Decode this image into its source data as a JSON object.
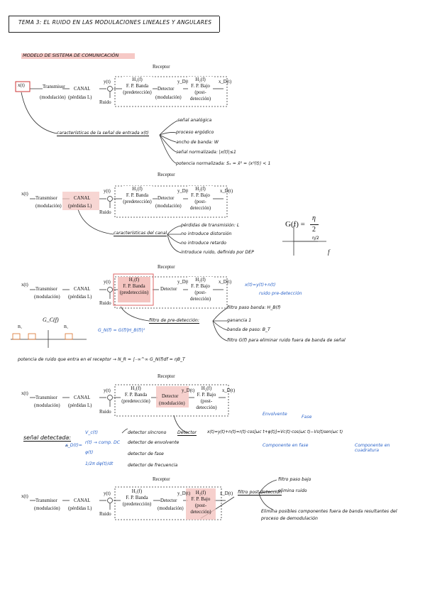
{
  "title": "TEMA 3: EL RUIDO EN LAS MODULACIONES LINEALES Y ANGULARES",
  "section_heading": "MODELO DE SISTEMA DE COMUNICACIÓN",
  "diagrams": [
    {
      "receptor": "Receptor",
      "input": "x(t)",
      "transmisor": "Transmisor",
      "transmisor_sub": "(modulación)",
      "canal": "CANAL",
      "canal_sub": "(pérdidas L)",
      "y": "y(t)",
      "ruido": "Ruido",
      "h1": "H₁(f)",
      "h1_a": "F. P. Banda",
      "h1_b": "(predetección)",
      "detector": "Detector",
      "detector_sub": "(modulación)",
      "yd": "y_D(t)",
      "h2": "H₂(f)",
      "h2_a": "F. P. Bajo",
      "h2_b": "(post-",
      "h2_c": "detección)",
      "out": "x_D(t)"
    }
  ],
  "notes1": {
    "main": "características de la señal de entrada x(t)",
    "items": [
      "señal analógica",
      "proceso ergódico",
      "ancho de banda: W",
      "señal normalizada: |x(t)|≤1",
      "potencia normalizada: Sₓ = x̄² = ⟨x²(t)⟩ < 1"
    ]
  },
  "notes2": {
    "main": "características del canal",
    "items": [
      "pérdidas de transmisión: L",
      "no introduce distorsión",
      "no introduce retardo",
      "introduce ruido, definido por DEP"
    ],
    "formula_lhs": "G(f) =",
    "formula_num": "η",
    "formula_den": "2",
    "axis_f": "f",
    "axis_eta": "η/2"
  },
  "notes3": {
    "main": "filtro de pre-detección:",
    "x_eq": "x(t)=y(t)+n(t)",
    "ruido_pre": "ruido pre-detección",
    "items": [
      "filtro paso banda: H_B(f)",
      "ganancia 1",
      "banda de paso: B_T",
      "filtro G(f) para eliminar ruido fuera de banda de señal"
    ],
    "gn": "G_N(f) = G(f)|H_B(f)|²",
    "gc": "G_C(f)",
    "b1": "B₁",
    "b2": "B₁",
    "potencia": "potencia de ruido que entra en el receptor → N_R = ∫₋∞^∞ G_N(f)df = ηB_T"
  },
  "notes4": {
    "senal": "señal detectada:",
    "xd": "x_D(t)=",
    "options": [
      "V_c(t)",
      "r(t) → comp. DC",
      "φ(t)",
      "1/2π dφ(t)/dt"
    ],
    "types": [
      "detector síncrono",
      "detector de envolvente",
      "detector de fase",
      "detector de frecuencia"
    ],
    "detector_label": "Detector",
    "eq": "x(t)=y(t)+n(t)=r(t)·cos[ωc t+φ(t)]=Vc(t)·cos(ωc t)−Vs(t)sen(ωc t)",
    "envolvente": "Envolvente",
    "fase": "Fase",
    "comp_fase": "Componente en fase",
    "comp_cuad": "Componente en cuadratura"
  },
  "notes5": {
    "main": "filtro post-detección",
    "items": [
      "filtro paso bajo",
      "elimina ruido",
      "Elimina posibles componentes fuera de banda resultantes del proceso de demodulación"
    ]
  }
}
